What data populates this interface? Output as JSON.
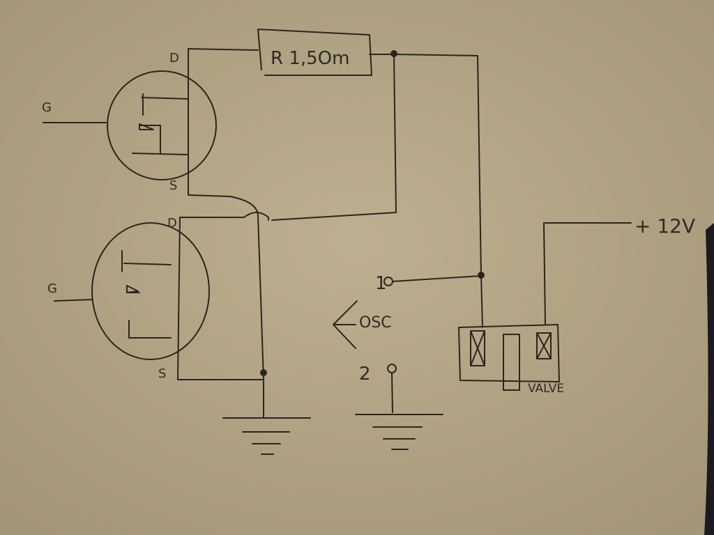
{
  "diagram": {
    "mosfet_top": {
      "drain_label": "D",
      "gate_label": "G",
      "source_label": "S"
    },
    "mosfet_bottom": {
      "drain_label": "D",
      "gate_label": "G",
      "source_label": "S"
    },
    "resistor": {
      "label": "R 1,5Om"
    },
    "oscillator": {
      "label": "OSC",
      "terminal_1": "1",
      "terminal_2": "2"
    },
    "valve": {
      "label": "VALVE"
    },
    "supply": {
      "label": "+ 12V"
    }
  },
  "colors": {
    "paper": "#b5a887",
    "ink": "#2a2420"
  }
}
